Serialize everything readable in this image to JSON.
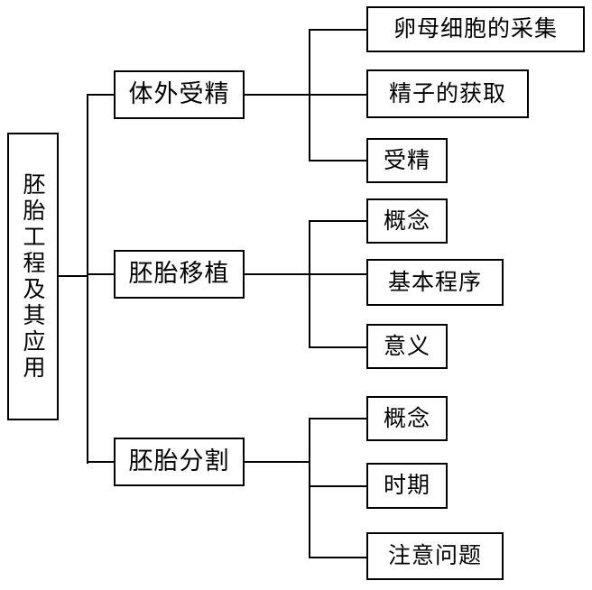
{
  "diagram": {
    "type": "tree",
    "orientation": "left-to-right",
    "title": "胚胎工程及其应用",
    "root": {
      "label": "胚胎工程及其应用",
      "text_direction": "vertical"
    },
    "branches": [
      {
        "label": "体外受精",
        "children": [
          {
            "label": "卵母细胞的采集"
          },
          {
            "label": "精子的获取"
          },
          {
            "label": "受精"
          }
        ]
      },
      {
        "label": "胚胎移植",
        "children": [
          {
            "label": "概念"
          },
          {
            "label": "基本程序"
          },
          {
            "label": "意义"
          }
        ]
      },
      {
        "label": "胚胎分割",
        "children": [
          {
            "label": "概念"
          },
          {
            "label": "时期"
          },
          {
            "label": "注意问题"
          }
        ]
      }
    ],
    "style": {
      "line_color": "#000000",
      "box_border_color": "#000000",
      "background_color": "#ffffff",
      "text_color": "#000000"
    }
  }
}
